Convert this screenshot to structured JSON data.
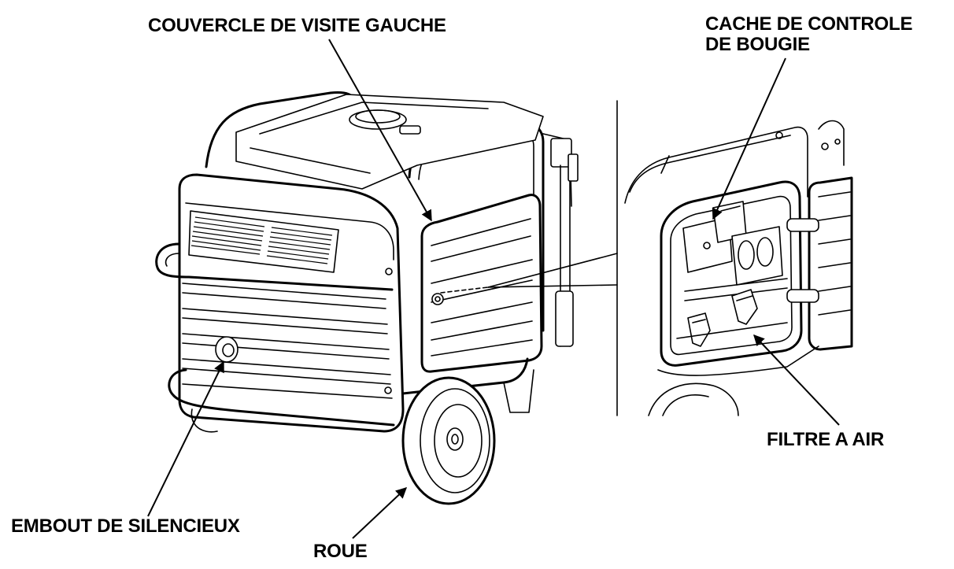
{
  "labels": {
    "left_cover": "COUVERCLE DE VISITE GAUCHE",
    "spark_cap_line1": "CACHE DE CONTROLE",
    "spark_cap_line2": "DE BOUGIE",
    "air_filter": "FILTRE A AIR",
    "muffler_tip": "EMBOUT DE SILENCIEUX",
    "wheel": "ROUE"
  }
}
